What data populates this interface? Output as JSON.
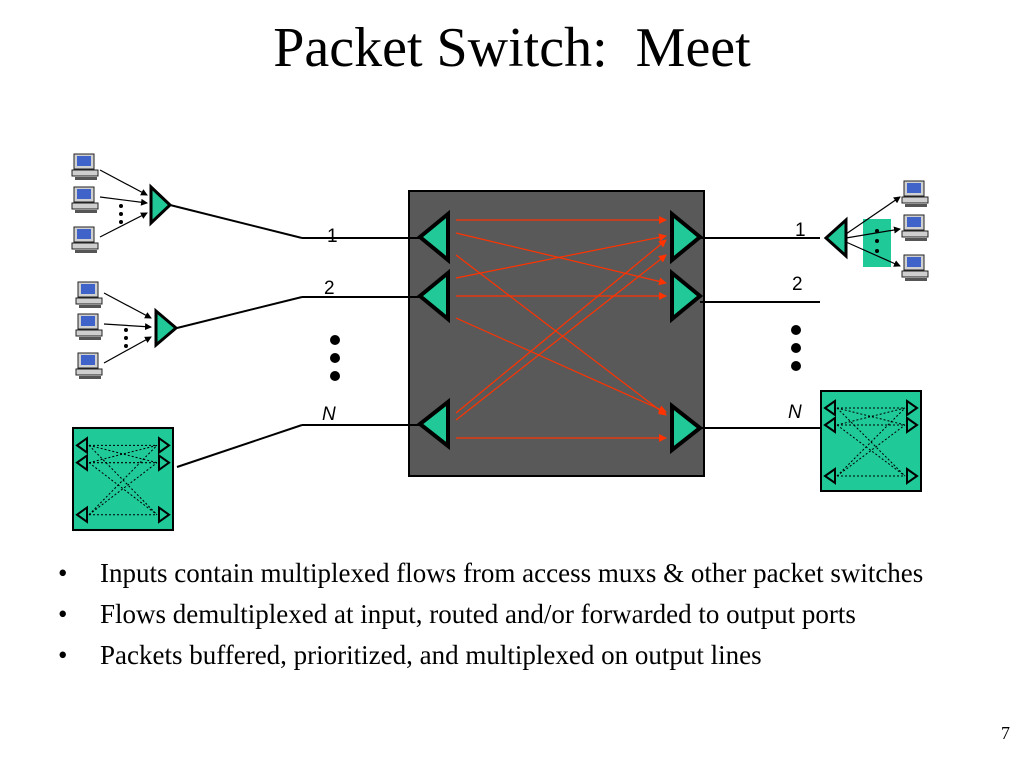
{
  "slide": {
    "title": "Packet Switch:  Meet",
    "page_number": "7"
  },
  "diagram": {
    "input_ports": [
      {
        "label": "1",
        "italic": false
      },
      {
        "label": "2",
        "italic": false
      },
      {
        "label": "N",
        "italic": true
      }
    ],
    "output_ports": [
      {
        "label": "1",
        "italic": false
      },
      {
        "label": "2",
        "italic": false
      },
      {
        "label": "N",
        "italic": true
      }
    ],
    "colors": {
      "switch_fabric": "#595959",
      "port_triangle": "#20c997",
      "mux_box": "#1fc998",
      "route_line": "#ff3300"
    },
    "icons": [
      "computer-icon",
      "triangle-port-icon",
      "ellipsis-icon",
      "switch-box-icon"
    ]
  },
  "bullets": [
    "Inputs contain multiplexed flows from access muxs & other packet switches",
    "Flows demultiplexed at input, routed and/or forwarded to output ports",
    "Packets buffered, prioritized, and multiplexed on output lines"
  ]
}
